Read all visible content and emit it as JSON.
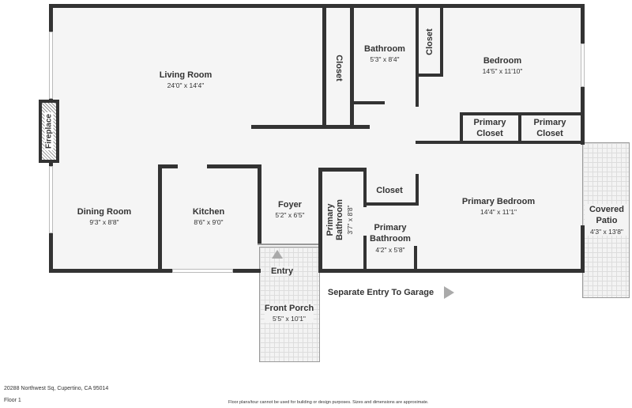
{
  "rooms": {
    "living": {
      "name": "Living Room",
      "dim": "24'0\" x 14'4\""
    },
    "closet1": {
      "name": "Closet"
    },
    "bathroom": {
      "name": "Bathroom",
      "dim": "5'3\" x 8'4\""
    },
    "closet2": {
      "name": "Closet"
    },
    "bedroom": {
      "name": "Bedroom",
      "dim": "14'5\" x 11'10\""
    },
    "fireplace": {
      "name": "Fireplace"
    },
    "pcloset1": {
      "name": "Primary Closet"
    },
    "pcloset2": {
      "name": "Primary Closet"
    },
    "dining": {
      "name": "Dining Room",
      "dim": "9'3\" x 8'8\""
    },
    "kitchen": {
      "name": "Kitchen",
      "dim": "8'6\" x 9'0\""
    },
    "foyer": {
      "name": "Foyer",
      "dim": "5'2\" x 6'5\""
    },
    "pbath1": {
      "name": "Primary Bathroom",
      "dim": "3'7\" x 8'8\""
    },
    "closet3": {
      "name": "Closet"
    },
    "pbath2": {
      "name": "Primary Bathroom",
      "dim": "4'2\" x 5'8\""
    },
    "pbedroom": {
      "name": "Primary Bedroom",
      "dim": "14'4\" x 11'1\""
    },
    "patio": {
      "name": "Covered Patio",
      "dim": "4'3\" x 13'8\""
    },
    "porch": {
      "name": "Front Porch",
      "dim": "5'5\" x 10'1\""
    }
  },
  "entry_label": "Entry",
  "garage_label": "Separate Entry To Garage",
  "address": "20288 Northwest Sq, Cupertino, CA 95014",
  "floor": "Floor 1",
  "disclaimer": "Floor plans/tour cannot be used for building or design purposes. Sizes and dimensions are approximate."
}
